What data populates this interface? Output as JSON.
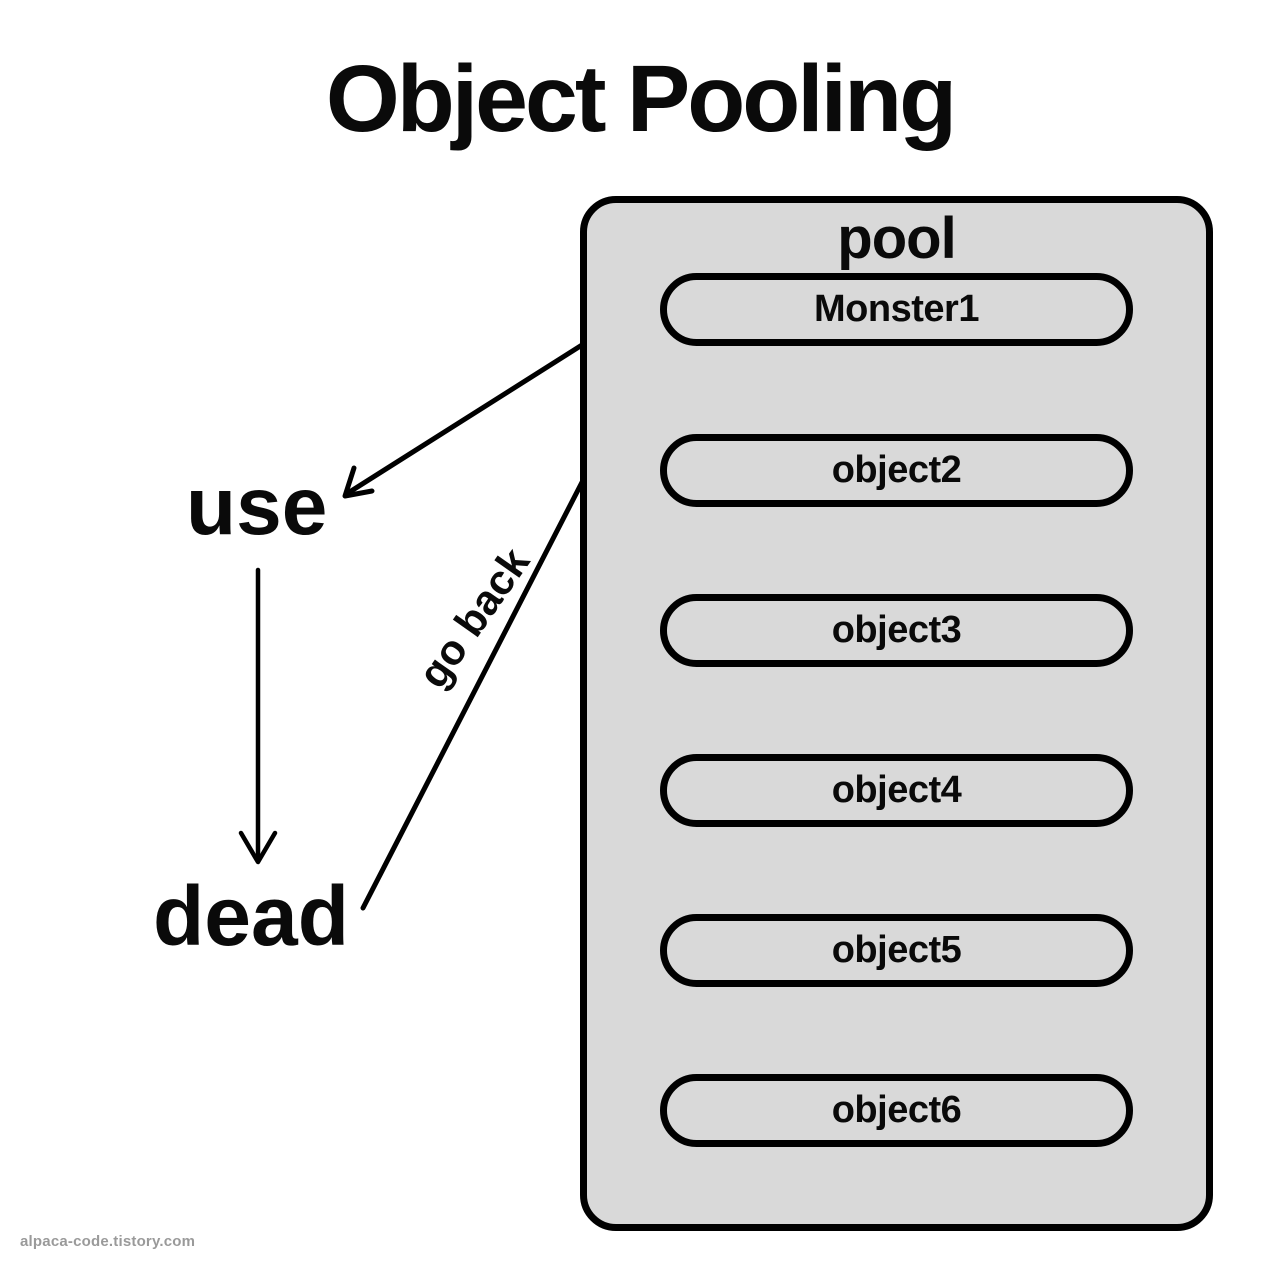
{
  "title": "Object Pooling",
  "pool": {
    "label": "pool",
    "items": [
      "Monster1",
      "object2",
      "object3",
      "object4",
      "object5",
      "object6"
    ]
  },
  "states": {
    "use": "use",
    "dead": "dead"
  },
  "arrows": {
    "pool_to_use": "arrow from Monster1 to use",
    "use_to_dead": "arrow from use to dead",
    "go_back_label": "go back"
  },
  "watermark": "alpaca-code.tistory.com",
  "colors": {
    "background": "#ffffff",
    "pool_fill": "#d9d9d9",
    "pill_fill": "#d9d9d9",
    "stroke": "#000000",
    "text": "#0a0a0a",
    "watermark": "#9a9a9a"
  }
}
